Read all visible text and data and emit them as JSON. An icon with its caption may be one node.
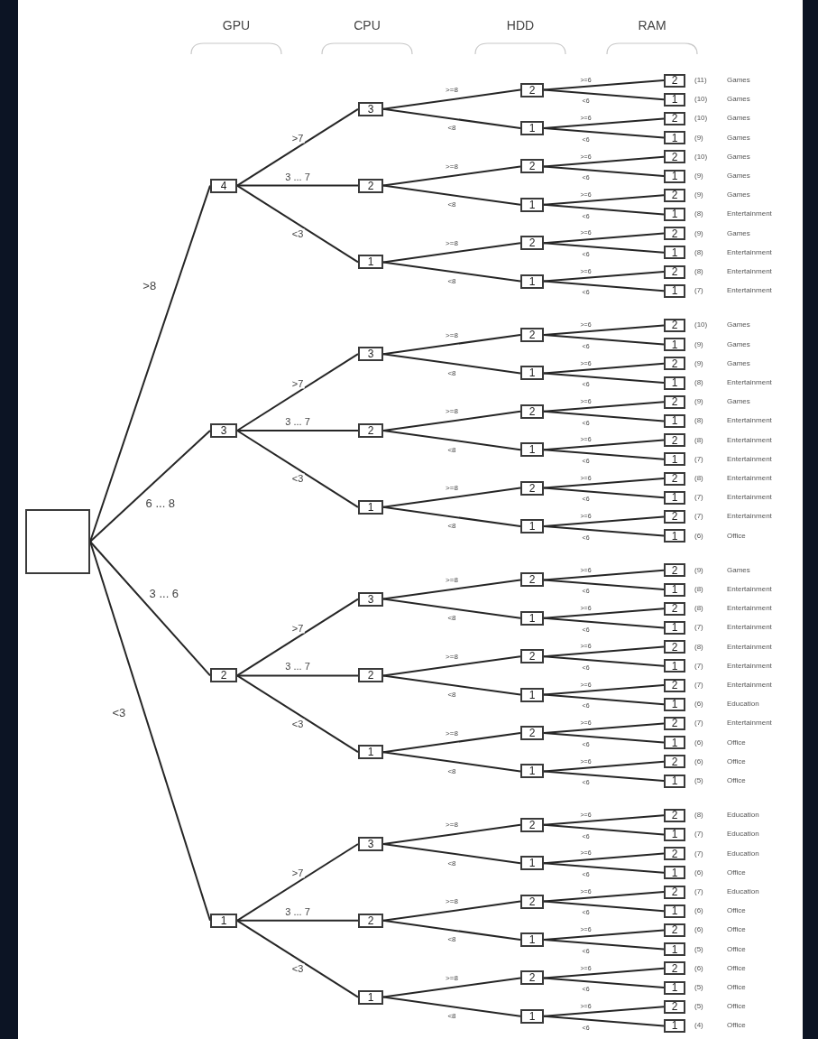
{
  "diagram": {
    "nodes": [
      {
        "text": [],
        "shape": "box"
      },
      {
        "text": [
          "4"
        ]
      },
      {
        "text": [
          "3"
        ]
      },
      {
        "text": [
          "2"
        ]
      },
      {
        "text": [
          "2"
        ],
        "beside": [
          "(11)",
          "Games"
        ]
      },
      {
        "text": [
          "1"
        ],
        "beside": [
          "(10)",
          "Games"
        ]
      },
      {
        "text": [
          "1"
        ]
      },
      {
        "text": [
          "2"
        ],
        "beside": [
          "(10)",
          "Games"
        ]
      },
      {
        "text": [
          "1"
        ],
        "beside": [
          "(9)",
          "Games"
        ]
      },
      {
        "text": [
          "2"
        ]
      },
      {
        "text": [
          "2"
        ]
      },
      {
        "text": [
          "2"
        ],
        "beside": [
          "(10)",
          "Games"
        ]
      },
      {
        "text": [
          "1"
        ],
        "beside": [
          "(9)",
          "Games"
        ]
      },
      {
        "text": [
          "1"
        ]
      },
      {
        "text": [
          "2"
        ],
        "beside": [
          "(9)",
          "Games"
        ]
      },
      {
        "text": [
          "1"
        ],
        "beside": [
          "(8)",
          "Entertainment"
        ]
      },
      {
        "text": [
          "1"
        ]
      },
      {
        "text": [
          "2"
        ]
      },
      {
        "text": [
          "2"
        ],
        "beside": [
          "(9)",
          "Games"
        ]
      },
      {
        "text": [
          "1"
        ],
        "beside": [
          "(8)",
          "Entertainment"
        ]
      },
      {
        "text": [
          "1"
        ]
      },
      {
        "text": [
          "2"
        ],
        "beside": [
          "(8)",
          "Entertainment"
        ]
      },
      {
        "text": [
          "1"
        ],
        "beside": [
          "(7)",
          "Entertainment"
        ]
      },
      {
        "text": [
          "3"
        ]
      },
      {
        "text": [
          "3"
        ]
      },
      {
        "text": [
          "2"
        ]
      },
      {
        "text": [
          "2"
        ],
        "beside": [
          "(10)",
          "Games"
        ]
      },
      {
        "text": [
          "1"
        ],
        "beside": [
          "(9)",
          "Games"
        ]
      },
      {
        "text": [
          "1"
        ]
      },
      {
        "text": [
          "2"
        ],
        "beside": [
          "(9)",
          "Games"
        ]
      },
      {
        "text": [
          "1"
        ],
        "beside": [
          "(8)",
          "Entertainment"
        ]
      },
      {
        "text": [
          "2"
        ]
      },
      {
        "text": [
          "2"
        ]
      },
      {
        "text": [
          "2"
        ],
        "beside": [
          "(9)",
          "Games"
        ]
      },
      {
        "text": [
          "1"
        ],
        "beside": [
          "(8)",
          "Entertainment"
        ]
      },
      {
        "text": [
          "1"
        ]
      },
      {
        "text": [
          "2"
        ],
        "beside": [
          "(8)",
          "Entertainment"
        ]
      },
      {
        "text": [
          "1"
        ],
        "beside": [
          "(7)",
          "Entertainment"
        ]
      },
      {
        "text": [
          "1"
        ]
      },
      {
        "text": [
          "2"
        ]
      },
      {
        "text": [
          "2"
        ],
        "beside": [
          "(8)",
          "Entertainment"
        ]
      },
      {
        "text": [
          "1"
        ],
        "beside": [
          "(7)",
          "Entertainment"
        ]
      },
      {
        "text": [
          "1"
        ]
      },
      {
        "text": [
          "2"
        ],
        "beside": [
          "(7)",
          "Entertainment"
        ]
      },
      {
        "text": [
          "1"
        ],
        "beside": [
          "(6)",
          "Office"
        ]
      },
      {
        "text": [
          "2"
        ]
      },
      {
        "text": [
          "3"
        ]
      },
      {
        "text": [
          "2"
        ]
      },
      {
        "text": [
          "2"
        ],
        "beside": [
          "(9)",
          "Games"
        ]
      },
      {
        "text": [
          "1"
        ],
        "beside": [
          "(8)",
          "Entertainment"
        ]
      },
      {
        "text": [
          "1"
        ]
      },
      {
        "text": [
          "2"
        ],
        "beside": [
          "(8)",
          "Entertainment"
        ]
      },
      {
        "text": [
          "1"
        ],
        "beside": [
          "(7)",
          "Entertainment"
        ]
      },
      {
        "text": [
          "2"
        ]
      },
      {
        "text": [
          "2"
        ]
      },
      {
        "text": [
          "2"
        ],
        "beside": [
          "(8)",
          "Entertainment"
        ]
      },
      {
        "text": [
          "1"
        ],
        "beside": [
          "(7)",
          "Entertainment"
        ]
      },
      {
        "text": [
          "1"
        ]
      },
      {
        "text": [
          "2"
        ],
        "beside": [
          "(7)",
          "Entertainment"
        ]
      },
      {
        "text": [
          "1"
        ],
        "beside": [
          "(6)",
          "Education"
        ]
      },
      {
        "text": [
          "1"
        ]
      },
      {
        "text": [
          "2"
        ]
      },
      {
        "text": [
          "2"
        ],
        "beside": [
          "(7)",
          "Entertainment"
        ]
      },
      {
        "text": [
          "1"
        ],
        "beside": [
          "(6)",
          "Office"
        ]
      },
      {
        "text": [
          "1"
        ]
      },
      {
        "text": [
          "2"
        ],
        "beside": [
          "(6)",
          "Office"
        ]
      },
      {
        "text": [
          "1"
        ],
        "beside": [
          "(5)",
          "Office"
        ]
      },
      {
        "text": [
          "1"
        ]
      },
      {
        "text": [
          "3"
        ]
      },
      {
        "text": [
          "2"
        ]
      },
      {
        "text": [
          "2"
        ],
        "beside": [
          "(8)",
          "Education"
        ]
      },
      {
        "text": [
          "1"
        ],
        "beside": [
          "(7)",
          "Education"
        ]
      },
      {
        "text": [
          "1"
        ]
      },
      {
        "text": [
          "2"
        ],
        "beside": [
          "(7)",
          "Education"
        ]
      },
      {
        "text": [
          "1"
        ],
        "beside": [
          "(6)",
          "Office"
        ]
      },
      {
        "text": [
          "2"
        ]
      },
      {
        "text": [
          "2"
        ]
      },
      {
        "text": [
          "2"
        ],
        "beside": [
          "(7)",
          "Education"
        ]
      },
      {
        "text": [
          "1"
        ],
        "beside": [
          "(6)",
          "Office"
        ]
      },
      {
        "text": [
          "1"
        ]
      },
      {
        "text": [
          "2"
        ],
        "beside": [
          "(6)",
          "Office"
        ]
      },
      {
        "text": [
          "1"
        ],
        "beside": [
          "(5)",
          "Office"
        ]
      },
      {
        "text": [
          "1"
        ]
      },
      {
        "text": [
          "2"
        ]
      },
      {
        "text": [
          "2"
        ],
        "beside": [
          "(6)",
          "Office"
        ]
      },
      {
        "text": [
          "1"
        ],
        "beside": [
          "(5)",
          "Office"
        ]
      },
      {
        "text": [
          "1"
        ]
      },
      {
        "text": [
          "2"
        ],
        "beside": [
          "(5)",
          "Office"
        ]
      },
      {
        "text": [
          "1"
        ],
        "beside": [
          "(4)",
          "Office"
        ]
      }
    ],
    "edges": [
      {
        "from": 0,
        "to": 1,
        "arrow": "none",
        "label": ">8"
      },
      {
        "from": 1,
        "to": 2,
        "arrow": "none",
        "label": ">7"
      },
      {
        "from": 2,
        "to": 3,
        "arrow": "none",
        "label": ">=8"
      },
      {
        "from": 3,
        "to": 4,
        "arrow": "none",
        "label": ">=6"
      },
      {
        "from": 3,
        "to": 5,
        "arrow": "none",
        "label": "<6"
      },
      {
        "from": 2,
        "to": 6,
        "arrow": "none",
        "label": "<8"
      },
      {
        "from": 6,
        "to": 7,
        "arrow": "none",
        "label": ">=6"
      },
      {
        "from": 6,
        "to": 8,
        "arrow": "none",
        "label": "<6"
      },
      {
        "from": 1,
        "to": 9,
        "arrow": "none",
        "label": "3 ... 7"
      },
      {
        "from": 9,
        "to": 10,
        "arrow": "none",
        "label": ">=8"
      },
      {
        "from": 10,
        "to": 11,
        "arrow": "none",
        "label": ">=6"
      },
      {
        "from": 10,
        "to": 12,
        "arrow": "none",
        "label": "<6"
      },
      {
        "from": 9,
        "to": 13,
        "arrow": "none",
        "label": "<8"
      },
      {
        "from": 13,
        "to": 14,
        "arrow": "none",
        "label": ">=6"
      },
      {
        "from": 13,
        "to": 15,
        "arrow": "none",
        "label": "<6"
      },
      {
        "from": 1,
        "to": 16,
        "arrow": "none",
        "label": "<3"
      },
      {
        "from": 16,
        "to": 17,
        "arrow": "none",
        "label": ">=8"
      },
      {
        "from": 17,
        "to": 18,
        "arrow": "none",
        "label": ">=6"
      },
      {
        "from": 17,
        "to": 19,
        "arrow": "none",
        "label": "<6"
      },
      {
        "from": 16,
        "to": 20,
        "arrow": "none",
        "label": "<8"
      },
      {
        "from": 20,
        "to": 21,
        "arrow": "none",
        "label": ">=6"
      },
      {
        "from": 20,
        "to": 22,
        "arrow": "none",
        "label": "<6"
      },
      {
        "from": 0,
        "to": 23,
        "arrow": "none",
        "label": "6 ... 8"
      },
      {
        "from": 23,
        "to": 24,
        "arrow": "none",
        "label": ">7"
      },
      {
        "from": 24,
        "to": 25,
        "arrow": "none",
        "label": ">=8"
      },
      {
        "from": 25,
        "to": 26,
        "arrow": "none",
        "label": ">=6"
      },
      {
        "from": 25,
        "to": 27,
        "arrow": "none",
        "label": "<6"
      },
      {
        "from": 24,
        "to": 28,
        "arrow": "none",
        "label": "<8"
      },
      {
        "from": 28,
        "to": 29,
        "arrow": "none",
        "label": ">=6"
      },
      {
        "from": 28,
        "to": 30,
        "arrow": "none",
        "label": "<6"
      },
      {
        "from": 23,
        "to": 31,
        "arrow": "none",
        "label": "3 ... 7"
      },
      {
        "from": 31,
        "to": 32,
        "arrow": "none",
        "label": ">=8"
      },
      {
        "from": 32,
        "to": 33,
        "arrow": "none",
        "label": ">=6"
      },
      {
        "from": 32,
        "to": 34,
        "arrow": "none",
        "label": "<6"
      },
      {
        "from": 31,
        "to": 35,
        "arrow": "none",
        "label": "<8"
      },
      {
        "from": 35,
        "to": 36,
        "arrow": "none",
        "label": ">=6"
      },
      {
        "from": 35,
        "to": 37,
        "arrow": "none",
        "label": "<6"
      },
      {
        "from": 23,
        "to": 38,
        "arrow": "none",
        "label": "<3"
      },
      {
        "from": 38,
        "to": 39,
        "arrow": "none",
        "label": ">=8"
      },
      {
        "from": 39,
        "to": 40,
        "arrow": "none",
        "label": ">=6"
      },
      {
        "from": 39,
        "to": 41,
        "arrow": "none",
        "label": "<6"
      },
      {
        "from": 38,
        "to": 42,
        "arrow": "none",
        "label": "<8"
      },
      {
        "from": 42,
        "to": 43,
        "arrow": "none",
        "label": ">=6"
      },
      {
        "from": 42,
        "to": 44,
        "arrow": "none",
        "label": "<6"
      },
      {
        "from": 0,
        "to": 45,
        "arrow": "none",
        "label": "3 ... 6"
      },
      {
        "from": 45,
        "to": 46,
        "arrow": "none",
        "label": ">7"
      },
      {
        "from": 46,
        "to": 47,
        "arrow": "none",
        "label": ">=8"
      },
      {
        "from": 47,
        "to": 48,
        "arrow": "none",
        "label": ">=6"
      },
      {
        "from": 47,
        "to": 49,
        "arrow": "none",
        "label": "<6"
      },
      {
        "from": 46,
        "to": 50,
        "arrow": "none",
        "label": "<8"
      },
      {
        "from": 50,
        "to": 51,
        "arrow": "none",
        "label": ">=6"
      },
      {
        "from": 50,
        "to": 52,
        "arrow": "none",
        "label": "<6"
      },
      {
        "from": 45,
        "to": 53,
        "arrow": "none",
        "label": "3 ... 7"
      },
      {
        "from": 53,
        "to": 54,
        "arrow": "none",
        "label": ">=8"
      },
      {
        "from": 54,
        "to": 55,
        "arrow": "none",
        "label": ">=6"
      },
      {
        "from": 54,
        "to": 56,
        "arrow": "none",
        "label": "<6"
      },
      {
        "from": 53,
        "to": 57,
        "arrow": "none",
        "label": "<8"
      },
      {
        "from": 57,
        "to": 58,
        "arrow": "none",
        "label": ">=6"
      },
      {
        "from": 57,
        "to": 59,
        "arrow": "none",
        "label": "<6"
      },
      {
        "from": 45,
        "to": 60,
        "arrow": "none",
        "label": "<3"
      },
      {
        "from": 60,
        "to": 61,
        "arrow": "none",
        "label": ">=8"
      },
      {
        "from": 61,
        "to": 62,
        "arrow": "none",
        "label": ">=6"
      },
      {
        "from": 61,
        "to": 63,
        "arrow": "none",
        "label": "<6"
      },
      {
        "from": 60,
        "to": 64,
        "arrow": "none",
        "label": "<8"
      },
      {
        "from": 64,
        "to": 65,
        "arrow": "none",
        "label": ">=6"
      },
      {
        "from": 64,
        "to": 66,
        "arrow": "none",
        "label": "<6"
      },
      {
        "from": 0,
        "to": 67,
        "arrow": "none",
        "label": "<3"
      },
      {
        "from": 67,
        "to": 68,
        "arrow": "none",
        "label": ">7"
      },
      {
        "from": 68,
        "to": 69,
        "arrow": "none",
        "label": ">=8"
      },
      {
        "from": 69,
        "to": 70,
        "arrow": "none",
        "label": ">=6"
      },
      {
        "from": 69,
        "to": 71,
        "arrow": "none",
        "label": "<6"
      },
      {
        "from": 68,
        "to": 72,
        "arrow": "none",
        "label": "<8"
      },
      {
        "from": 72,
        "to": 73,
        "arrow": "none",
        "label": ">=6"
      },
      {
        "from": 72,
        "to": 74,
        "arrow": "none",
        "label": "<6"
      },
      {
        "from": 67,
        "to": 75,
        "arrow": "none",
        "label": "3 ... 7"
      },
      {
        "from": 75,
        "to": 76,
        "arrow": "none",
        "label": ">=8"
      },
      {
        "from": 76,
        "to": 77,
        "arrow": "none",
        "label": ">=6"
      },
      {
        "from": 76,
        "to": 78,
        "arrow": "none",
        "label": "<6"
      },
      {
        "from": 75,
        "to": 79,
        "arrow": "none",
        "label": "<8"
      },
      {
        "from": 79,
        "to": 80,
        "arrow": "none",
        "label": ">=6"
      },
      {
        "from": 79,
        "to": 81,
        "arrow": "none",
        "label": "<6"
      },
      {
        "from": 67,
        "to": 82,
        "arrow": "none",
        "label": "<3"
      },
      {
        "from": 82,
        "to": 83,
        "arrow": "none",
        "label": ">=8"
      },
      {
        "from": 83,
        "to": 84,
        "arrow": "none",
        "label": ">=6"
      },
      {
        "from": 83,
        "to": 85,
        "arrow": "none",
        "label": "<6"
      },
      {
        "from": 82,
        "to": 86,
        "arrow": "none",
        "label": "<8"
      },
      {
        "from": 86,
        "to": 87,
        "arrow": "none",
        "label": ">=6"
      },
      {
        "from": 86,
        "to": 88,
        "arrow": "none",
        "label": "<6"
      }
    ],
    "labels": [
      "GPU",
      "CPU",
      "HDD",
      "RAM"
    ]
  }
}
